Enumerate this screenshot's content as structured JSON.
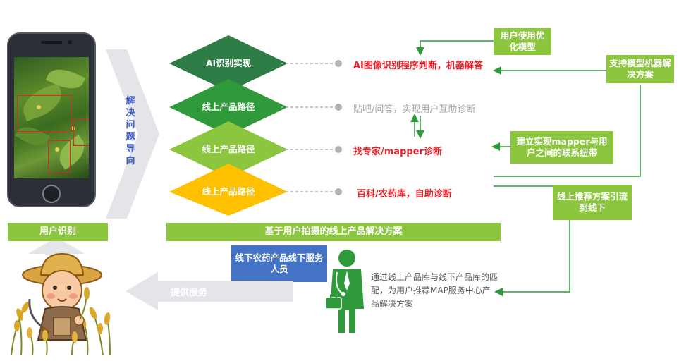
{
  "left": {
    "user_identify_label": "用户识别",
    "guide_text": "解决问题导向"
  },
  "diamonds": [
    {
      "label": "AI识别实现",
      "color": "#2e7d46"
    },
    {
      "label": "线上产品路径",
      "color": "#2e9a3a"
    },
    {
      "label": "线上产品路径",
      "color": "#8cc63f"
    },
    {
      "label": "线上产品路径",
      "color": "#ffc000"
    }
  ],
  "descriptions": [
    {
      "text": "AI图像识别程序判断，机器解答",
      "style": "red"
    },
    {
      "text": "贴吧/问答，实现用户互助诊断",
      "style": "grey"
    },
    {
      "text": "找专家/mapper诊断",
      "style": "red"
    },
    {
      "text": "百科/农药库，自助诊断",
      "style": "red"
    }
  ],
  "solution_bar": "基于用户拍摄的线上产品解决方案",
  "right_boxes": {
    "user_model": "用户使用优化模型",
    "support_model": "支持模型机器解决方案",
    "mapper_bond": "建立实现mapper与用户之间的联系纽带",
    "offline_flow": "线上推荐方案引流到线下"
  },
  "offline": {
    "blue_box": "线下农药产品线下服务人员",
    "service_label": "提供服务",
    "match_desc": "通过线上产品库与线下产品库的匹配，为用户推荐MAP服务中心产品解决方案"
  },
  "colors": {
    "accent_green": "#8cc63f",
    "dark_green": "#2e7d46",
    "mid_green": "#2e9a3a",
    "yellow": "#ffc000",
    "blue": "#4472c4",
    "red": "#e5232b",
    "grey_arrow": "#e3e5e8"
  },
  "icons": [
    "smartphone-icon",
    "doctor-icon",
    "farmer-illustration"
  ]
}
